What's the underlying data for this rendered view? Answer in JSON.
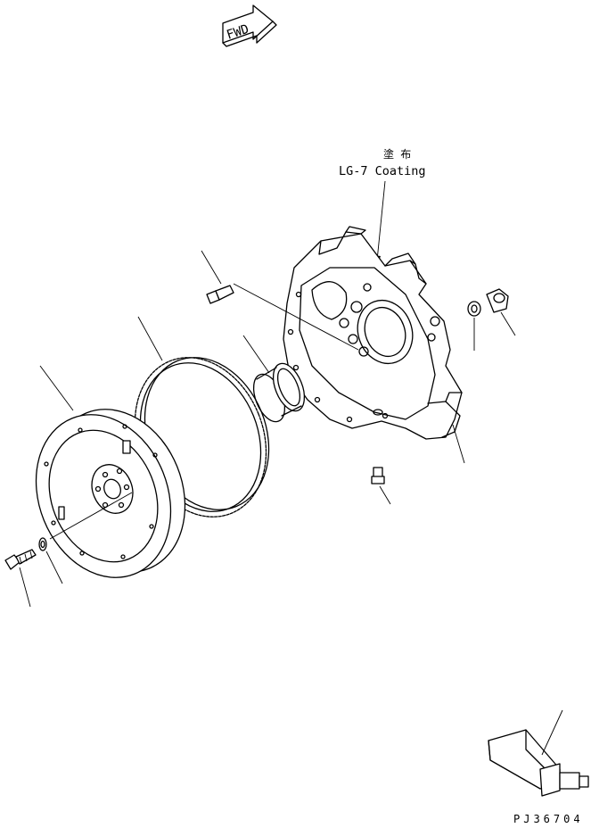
{
  "fwd_arrow": {
    "label": "FWD"
  },
  "coating_note": {
    "kanji": "塗 布",
    "label": "LG-7 Coating"
  },
  "drawing_number": "PJ36704",
  "parts": [
    {
      "name": "flywheel"
    },
    {
      "name": "ring-gear"
    },
    {
      "name": "bearing"
    },
    {
      "name": "flywheel-housing"
    },
    {
      "name": "housing-bolt"
    },
    {
      "name": "flywheel-bolt"
    },
    {
      "name": "flywheel-washer"
    },
    {
      "name": "plug"
    },
    {
      "name": "plug-washer"
    },
    {
      "name": "drain-fitting"
    },
    {
      "name": "turning-tool"
    }
  ]
}
